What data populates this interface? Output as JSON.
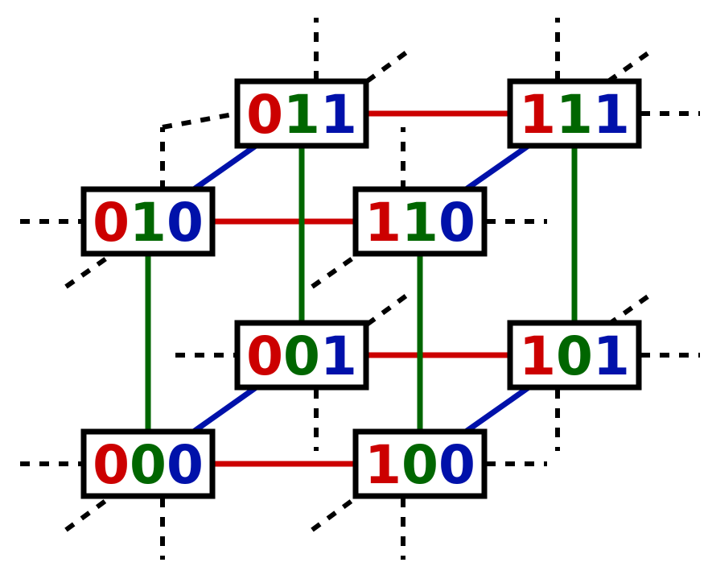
{
  "colors": {
    "bit1": "#cc0000",
    "bit2": "#006600",
    "bit3": "#0011aa",
    "border": "#000000",
    "dashed": "#000000",
    "background": "#ffffff"
  },
  "nodes": [
    {
      "id": "000",
      "bits": [
        "0",
        "0",
        "0"
      ]
    },
    {
      "id": "100",
      "bits": [
        "1",
        "0",
        "0"
      ]
    },
    {
      "id": "010",
      "bits": [
        "0",
        "1",
        "0"
      ]
    },
    {
      "id": "110",
      "bits": [
        "1",
        "1",
        "0"
      ]
    },
    {
      "id": "001",
      "bits": [
        "0",
        "0",
        "1"
      ]
    },
    {
      "id": "101",
      "bits": [
        "1",
        "0",
        "1"
      ]
    },
    {
      "id": "011",
      "bits": [
        "0",
        "1",
        "1"
      ]
    },
    {
      "id": "111",
      "bits": [
        "1",
        "1",
        "1"
      ]
    }
  ],
  "edges": [
    {
      "from": "000",
      "to": "100",
      "bit": 1
    },
    {
      "from": "010",
      "to": "110",
      "bit": 1
    },
    {
      "from": "001",
      "to": "101",
      "bit": 1
    },
    {
      "from": "011",
      "to": "111",
      "bit": 1
    },
    {
      "from": "000",
      "to": "010",
      "bit": 2
    },
    {
      "from": "100",
      "to": "110",
      "bit": 2
    },
    {
      "from": "001",
      "to": "011",
      "bit": 2
    },
    {
      "from": "101",
      "to": "111",
      "bit": 2
    },
    {
      "from": "000",
      "to": "001",
      "bit": 3
    },
    {
      "from": "100",
      "to": "101",
      "bit": 3
    },
    {
      "from": "010",
      "to": "011",
      "bit": 3
    },
    {
      "from": "110",
      "to": "111",
      "bit": 3
    }
  ]
}
